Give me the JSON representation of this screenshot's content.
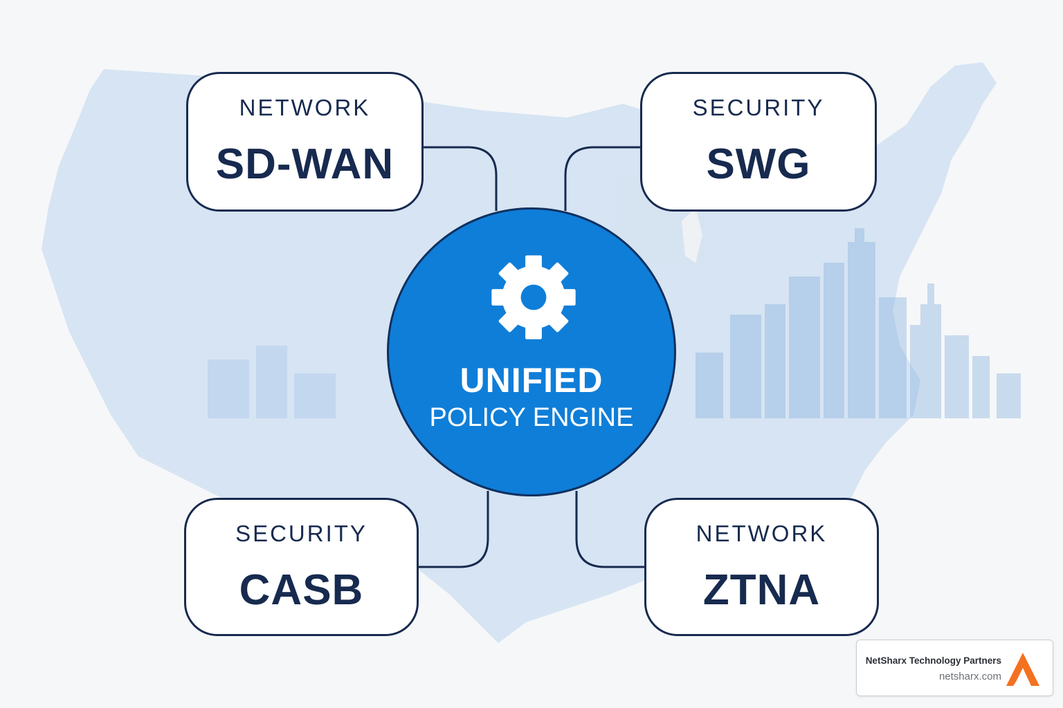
{
  "nodes": {
    "sdwan": {
      "category": "NETWORK",
      "product": "SD-WAN"
    },
    "swg": {
      "category": "SECURITY",
      "product": "SWG"
    },
    "casb": {
      "category": "SECURITY",
      "product": "CASB"
    },
    "ztna": {
      "category": "NETWORK",
      "product": "ZTNA"
    }
  },
  "hub": {
    "title": "UNIFIED",
    "subtitle": "POLICY ENGINE",
    "icon": "gear-icon"
  },
  "badge": {
    "name": "NetSharx Technology Partners",
    "url": "netsharx.com",
    "logo_icon": "netsharx-logo-icon"
  },
  "colors": {
    "hub_fill": "#0f7ed8",
    "outline": "#172a4f",
    "map_tint": "#c6dcf0",
    "logo_orange": "#f4711f"
  }
}
